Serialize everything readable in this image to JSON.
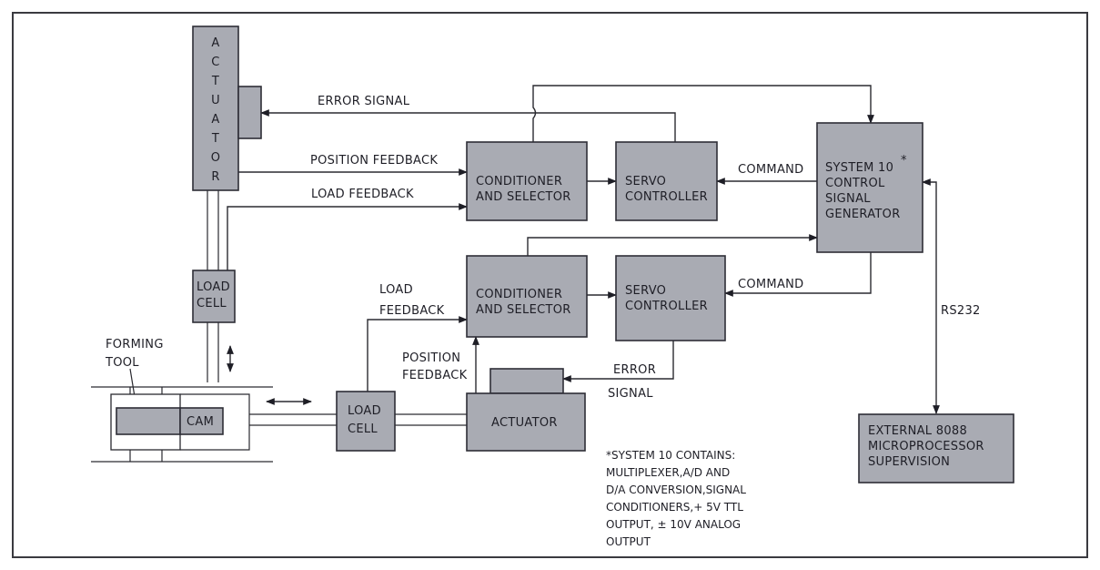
{
  "actuator_top": {
    "letters": [
      "A",
      "C",
      "T",
      "U",
      "A",
      "T",
      "O",
      "R"
    ]
  },
  "labels": {
    "error_signal_top": "ERROR SIGNAL",
    "position_feedback_top": "POSITION FEEDBACK",
    "load_feedback_top": "LOAD FEEDBACK",
    "command_top": "COMMAND",
    "command_bottom": "COMMAND",
    "load_feedback_bottom": [
      "LOAD",
      "FEEDBACK"
    ],
    "position_feedback_bottom": [
      "POSITION",
      "FEEDBACK"
    ],
    "error_signal_bottom": [
      "ERROR",
      "SIGNAL"
    ],
    "forming_tool": [
      "FORMING",
      "TOOL"
    ],
    "rs232": "RS232"
  },
  "blocks": {
    "cond_top": [
      "CONDITIONER",
      "AND SELECTOR"
    ],
    "servo_top": [
      "SERVO",
      "CONTROLLER"
    ],
    "system10": [
      "SYSTEM 10",
      "CONTROL",
      "SIGNAL",
      "GENERATOR"
    ],
    "system10_mark": "*",
    "cond_bottom": [
      "CONDITIONER",
      "AND SELECTOR"
    ],
    "servo_bottom": [
      "SERVO",
      "CONTROLLER"
    ],
    "load_cell_left": [
      "LOAD",
      "CELL"
    ],
    "load_cell_right": [
      "LOAD",
      "CELL"
    ],
    "actuator_bottom": "ACTUATOR",
    "cam": "CAM",
    "external": [
      "EXTERNAL 8088",
      "MICROPROCESSOR",
      "SUPERVISION"
    ]
  },
  "footnote": [
    "*SYSTEM 10 CONTAINS:",
    "MULTIPLEXER,A/D AND",
    "D/A CONVERSION,SIGNAL",
    "CONDITIONERS,+ 5V TTL",
    "OUTPUT, ± 10V ANALOG",
    "OUTPUT"
  ],
  "colors": {
    "block_fill": "#a9abb3",
    "line": "#2a2a30",
    "frame": "#3a3a40"
  }
}
